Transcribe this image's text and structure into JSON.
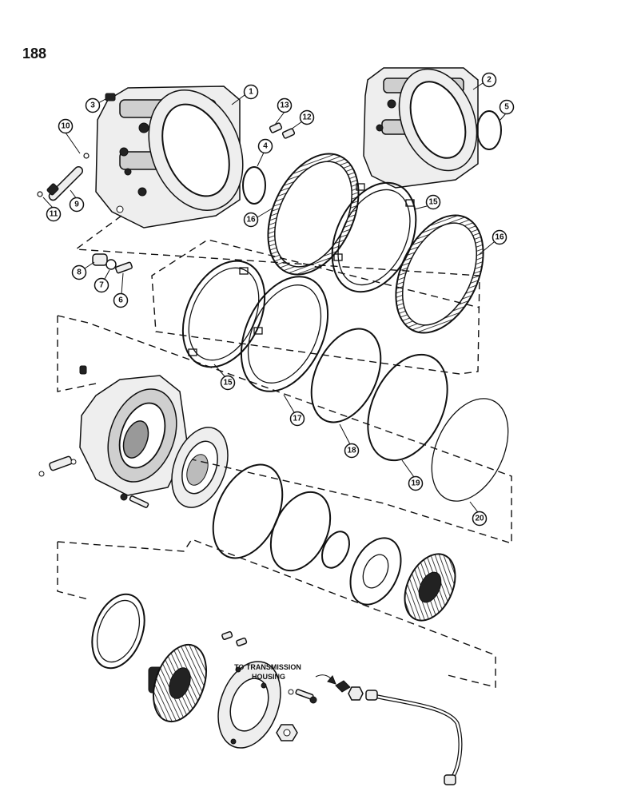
{
  "page_number": "188",
  "note": {
    "line1": "TO TRANSMISSION",
    "line2": "HOUSING"
  },
  "callouts": [
    "1",
    "2",
    "3",
    "4",
    "5",
    "6",
    "7",
    "8",
    "9",
    "10",
    "11",
    "12",
    "13",
    "15",
    "15",
    "16",
    "16",
    "17",
    "18",
    "19",
    "20"
  ]
}
